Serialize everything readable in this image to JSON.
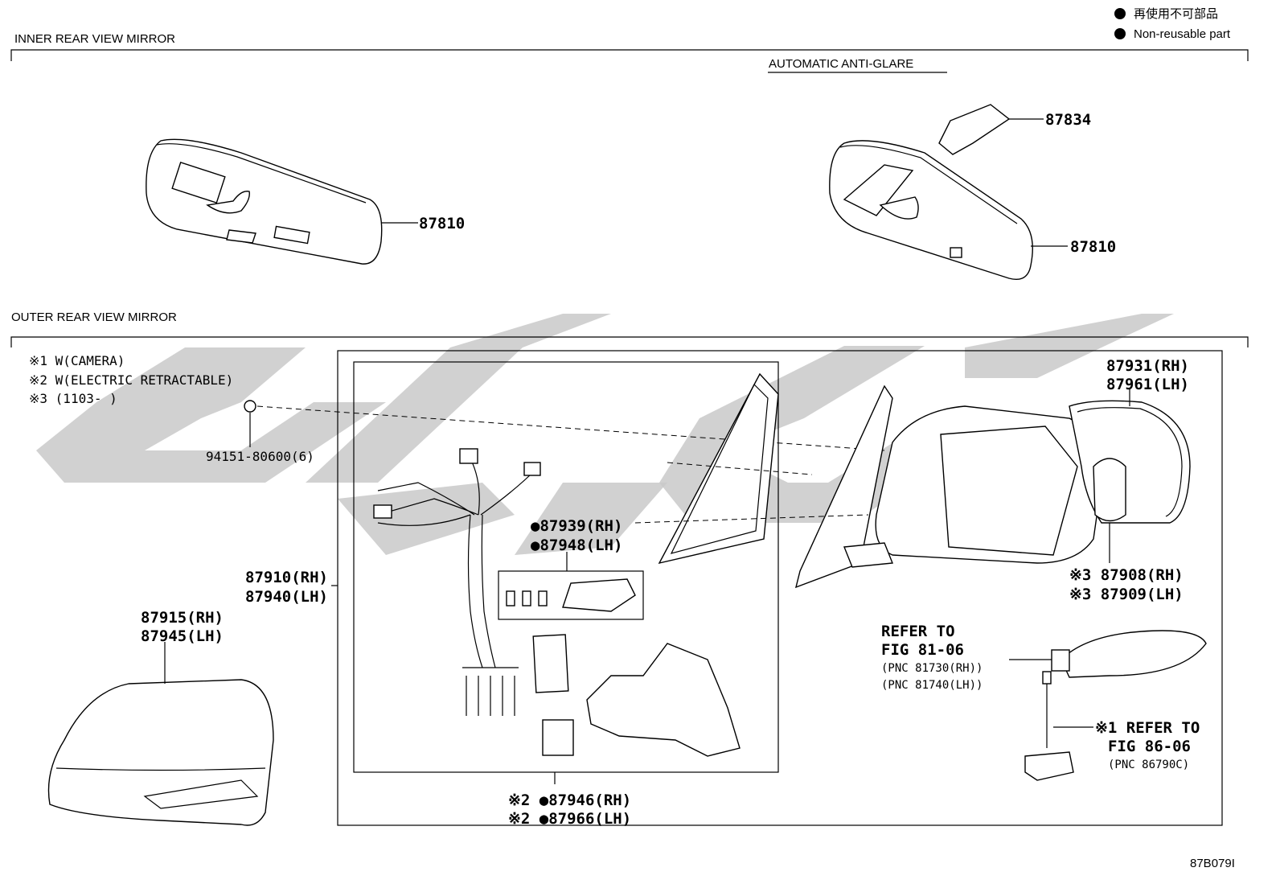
{
  "legend": {
    "jp_label": "再使用不可部品",
    "en_label": "Non-reusable part"
  },
  "sections": {
    "inner": "INNER REAR VIEW MIRROR",
    "outer": "OUTER REAR VIEW MIRROR",
    "anti_glare": "AUTOMATIC ANTI-GLARE"
  },
  "notes": [
    "※1 W(CAMERA)",
    "※2 W(ELECTRIC RETRACTABLE)",
    "※3 (1103-        )"
  ],
  "parts": {
    "p87810_left": "87810",
    "p87810_right": "87810",
    "p87834": "87834",
    "p94151": "94151-80600(6)",
    "p87910": "87910(RH)",
    "p87940": "87940(LH)",
    "p87915": "87915(RH)",
    "p87945": "87945(LH)",
    "p87939": "●87939(RH)",
    "p87948": "●87948(LH)",
    "p87946": "※2 ●87946(RH)",
    "p87966": "※2 ●87966(LH)",
    "p87931": "87931(RH)",
    "p87961": "87961(LH)",
    "p87908": "※3 87908(RH)",
    "p87909": "※3 87909(LH)"
  },
  "refs": {
    "ref81_l1": "REFER TO",
    "ref81_l2": "FIG 81-06",
    "ref81_l3": "(PNC 81730(RH))",
    "ref81_l4": "(PNC 81740(LH))",
    "ref86_l1": "※1 REFER TO",
    "ref86_l2": "FIG 86-06",
    "ref86_l3": "(PNC 86790C)"
  },
  "figure_id": "87B079I"
}
